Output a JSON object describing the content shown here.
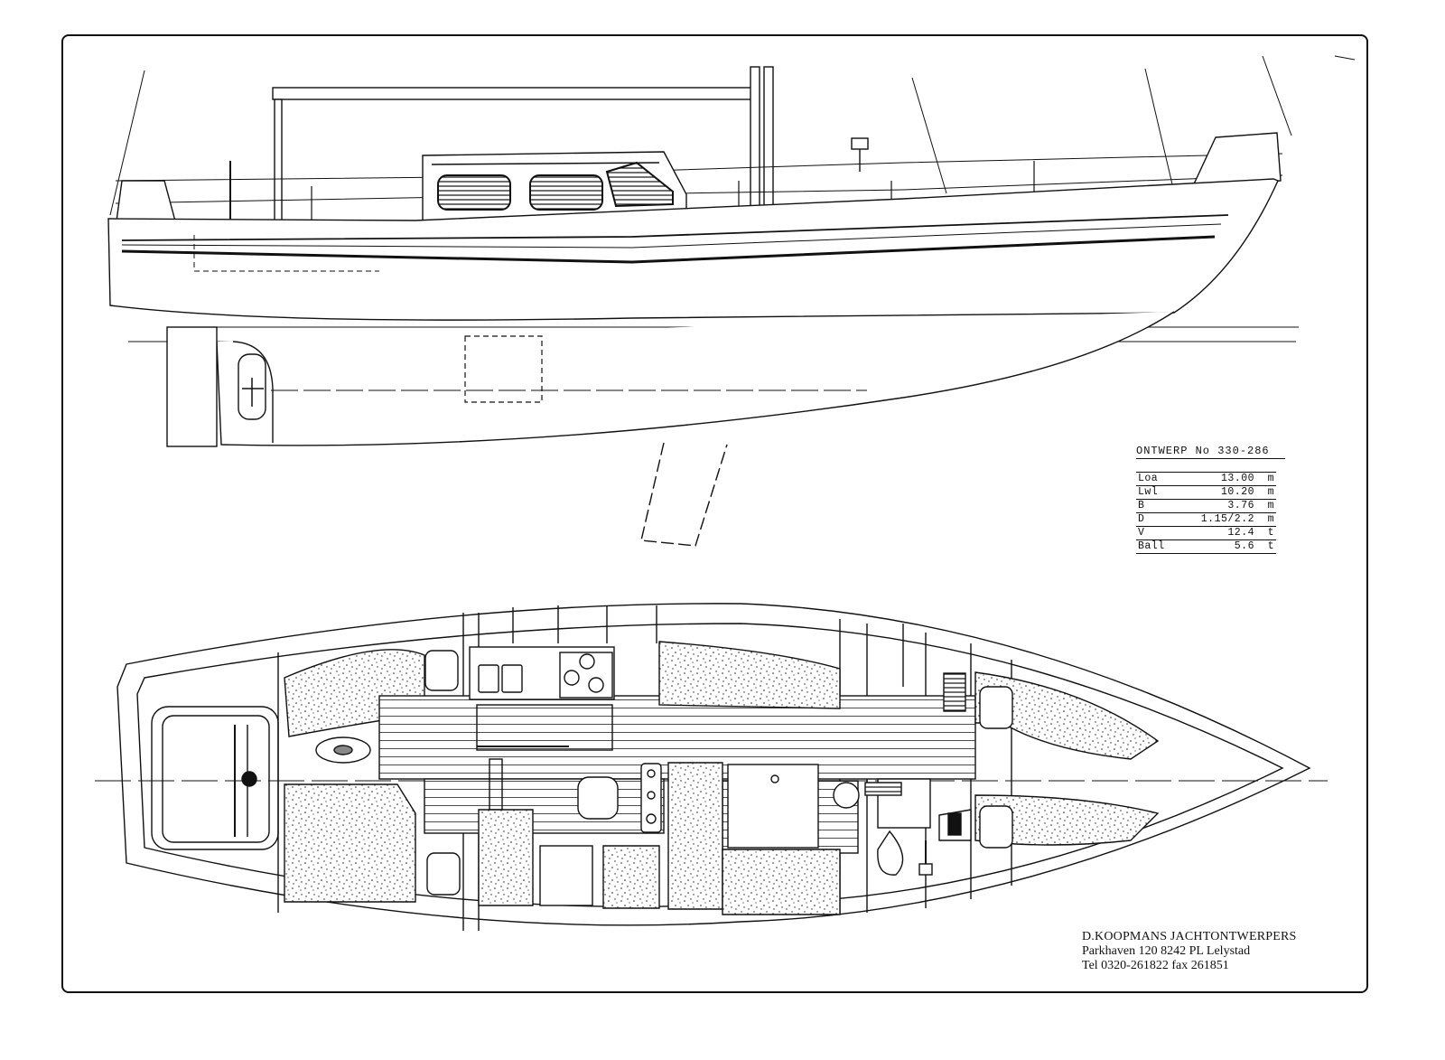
{
  "design": {
    "title": "ONTWERP No 330-286",
    "specs": [
      {
        "label": "Loa",
        "value": "13.00",
        "unit": "m"
      },
      {
        "label": "Lwl",
        "value": "10.20",
        "unit": "m"
      },
      {
        "label": "B",
        "value": "3.76",
        "unit": "m"
      },
      {
        "label": "D",
        "value": "1.15/2.2",
        "unit": "m"
      },
      {
        "label": "V",
        "value": "12.4",
        "unit": "t"
      },
      {
        "label": "Ball",
        "value": "5.6",
        "unit": "t"
      }
    ]
  },
  "designer": {
    "name": "D.KOOPMANS JACHTONTWERPERS",
    "address": "Parkhaven 120 8242 PL Lelystad",
    "contact": "Tel 0320-261822 fax 261851"
  }
}
